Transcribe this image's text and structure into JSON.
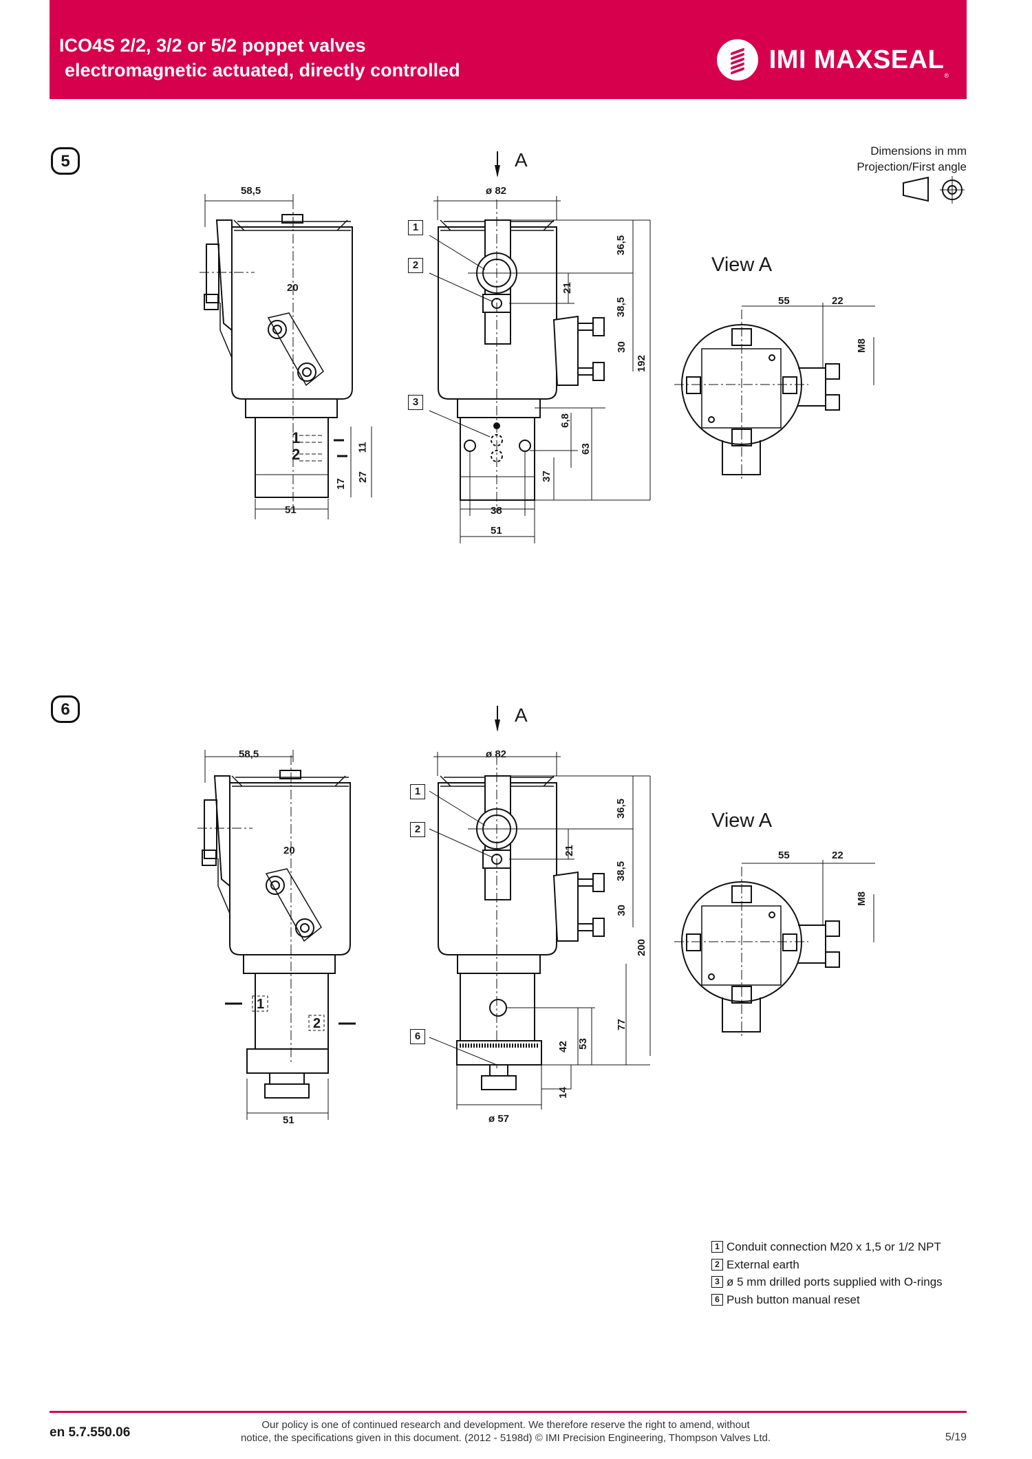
{
  "header": {
    "title_line1": "ICO4S 2/2, 3/2 or 5/2 poppet valves",
    "title_line2": "electromagnetic actuated, directly controlled",
    "brand": "IMI MAXSEAL",
    "brand_mark": "®",
    "brand_color": "#d6004c"
  },
  "notes": {
    "dimensions": "Dimensions in mm",
    "projection": "Projection/First angle"
  },
  "figure5": {
    "number": "5",
    "view_arrow": "A",
    "view_title": "View  A",
    "callouts": [
      "1",
      "2",
      "3"
    ],
    "port_labels": [
      "1",
      "2"
    ],
    "dims": {
      "width_side": "58,5",
      "diameter": "ø 82",
      "offset": "20",
      "base_side": "51",
      "port_spacing": "38",
      "base_front": "51",
      "d36_5": "36,5",
      "d21": "21",
      "d38_5": "38,5",
      "d30": "30",
      "d192": "192",
      "d6_8": "6,8",
      "d63": "63",
      "d37": "37",
      "d11": "11",
      "d27": "27",
      "d17": "17",
      "view_55": "55",
      "view_22": "22",
      "view_m8": "M8"
    }
  },
  "figure6": {
    "number": "6",
    "view_arrow": "A",
    "view_title": "View  A",
    "callouts": [
      "1",
      "2",
      "6"
    ],
    "port_labels": [
      "1",
      "2"
    ],
    "dims": {
      "width_side": "58,5",
      "diameter": "ø 82",
      "offset": "20",
      "base_side": "51",
      "base_front": "ø 57",
      "d36_5": "36,5",
      "d21": "21",
      "d38_5": "38,5",
      "d30": "30",
      "d200": "200",
      "d77": "77",
      "d53": "53",
      "d42": "42",
      "d14": "14",
      "view_55": "55",
      "view_22": "22",
      "view_m8": "M8"
    }
  },
  "legend": [
    {
      "key": "1",
      "text": "Conduit connection M20 x 1,5 or 1/2 NPT"
    },
    {
      "key": "2",
      "text": "External earth"
    },
    {
      "key": "3",
      "text": "ø 5 mm drilled ports supplied with O-rings"
    },
    {
      "key": "6",
      "text": "Push button manual reset"
    }
  ],
  "footer": {
    "doc_code": "en 5.7.550.06",
    "policy_line1": "Our policy is one of continued research and development. We therefore reserve the right to amend, without",
    "policy_line2": "notice, the specifications given in this document. (2012 - 5198d) © IMI Precision Engineering, Thompson Valves Ltd.",
    "page": "5/19"
  }
}
